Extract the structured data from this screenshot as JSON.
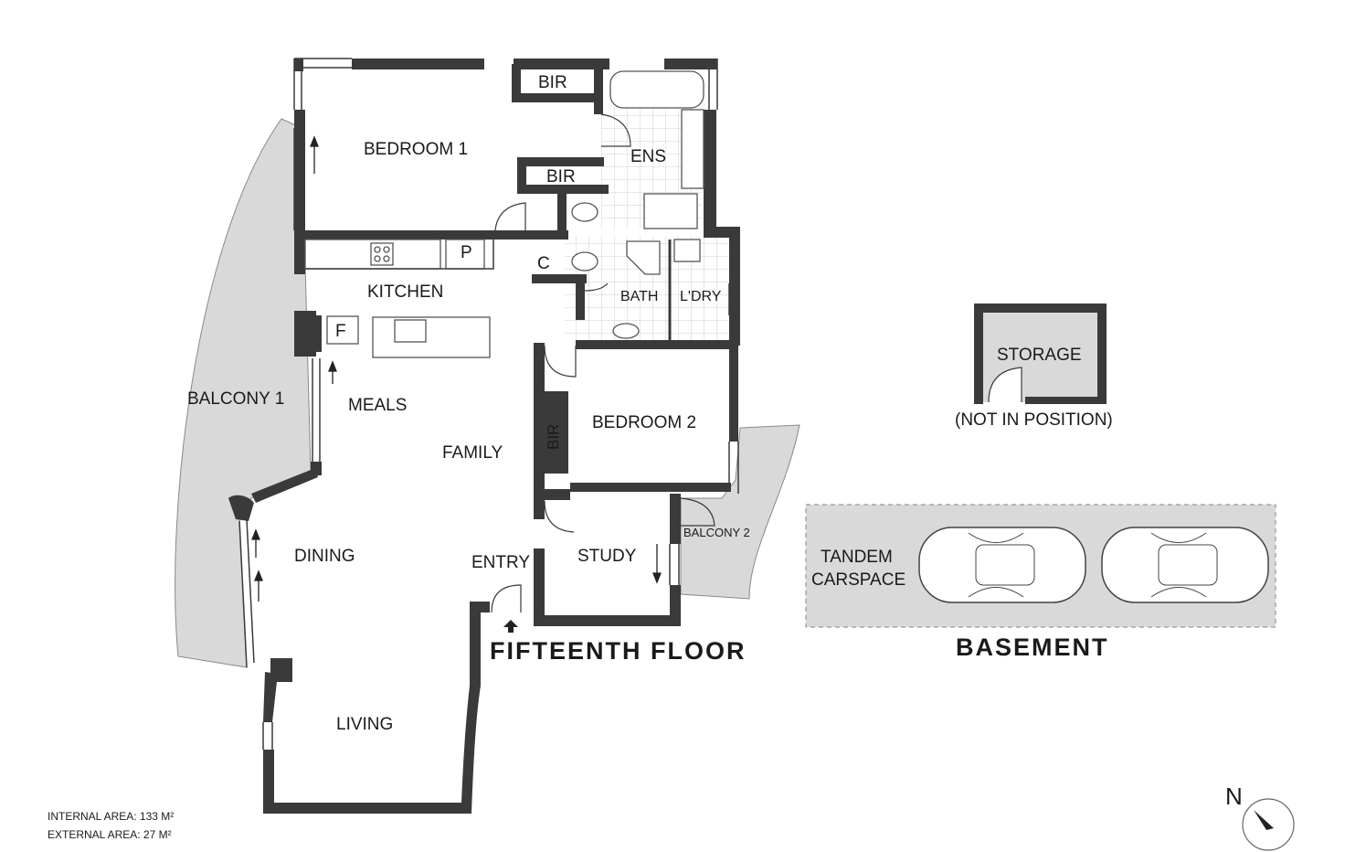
{
  "rooms": {
    "bedroom1": "BEDROOM 1",
    "bir_top": "BIR",
    "bir_mid": "BIR",
    "bir_bed2": "BIR",
    "ens": "ENS",
    "pantry": "P",
    "cupboard": "C",
    "kitchen": "KITCHEN",
    "fridge": "F",
    "bath": "BATH",
    "laundry": "L'DRY",
    "balcony1": "BALCONY 1",
    "meals": "MEALS",
    "family": "FAMILY",
    "bedroom2": "BEDROOM 2",
    "dining": "DINING",
    "entry": "ENTRY",
    "study": "STUDY",
    "balcony2": "BALCONY 2",
    "living": "LIVING"
  },
  "basement": {
    "storage": "STORAGE",
    "storage_note": "(NOT IN POSITION)",
    "carspace_line1": "TANDEM",
    "carspace_line2": "CARSPACE",
    "title": "BASEMENT"
  },
  "floor_title": "FIFTEENTH FLOOR",
  "areas": {
    "internal": "INTERNAL AREA:  133 M²",
    "external": "EXTERNAL AREA:  27 M²"
  },
  "compass": {
    "north": "N"
  },
  "colors": {
    "wall": "#3a3a3a",
    "balcony": "#d9d9d9",
    "tile_lines": "#cfcfcf"
  }
}
